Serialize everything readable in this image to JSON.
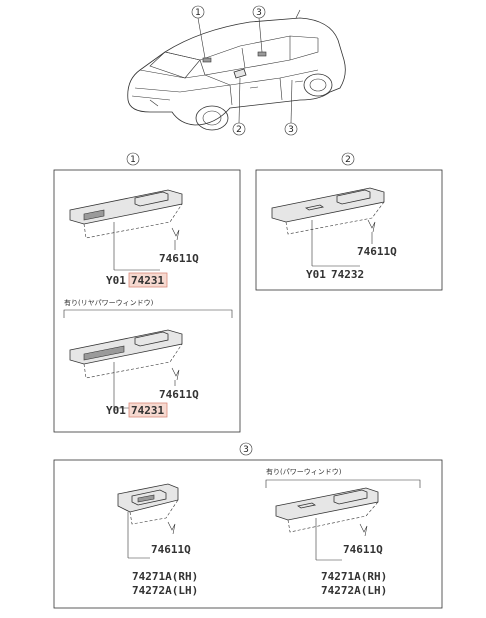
{
  "callouts": {
    "c1": "1",
    "c2": "2",
    "c3": "3"
  },
  "panel1": {
    "top": {
      "clip_code": "74611Q",
      "part_prefix": "Y01",
      "part_highlight": "74231"
    },
    "note": "有り(リヤパワーウィンドウ)",
    "bottom": {
      "clip_code": "74611Q",
      "part_prefix": "Y01",
      "part_highlight": "74231"
    }
  },
  "panel2": {
    "clip_code": "74611Q",
    "part_prefix": "Y01",
    "part_number": "74232"
  },
  "panel3": {
    "left": {
      "clip_code": "74611Q",
      "part_rh": "74271A(RH)",
      "part_lh": "74272A(LH)"
    },
    "note": "有り(パワーウィンドウ)",
    "right": {
      "clip_code": "74611Q",
      "part_rh": "74271A(RH)",
      "part_lh": "74272A(LH)"
    }
  },
  "colors": {
    "highlight_fill": "#f6d9d0",
    "highlight_stroke": "#d98a7a"
  }
}
